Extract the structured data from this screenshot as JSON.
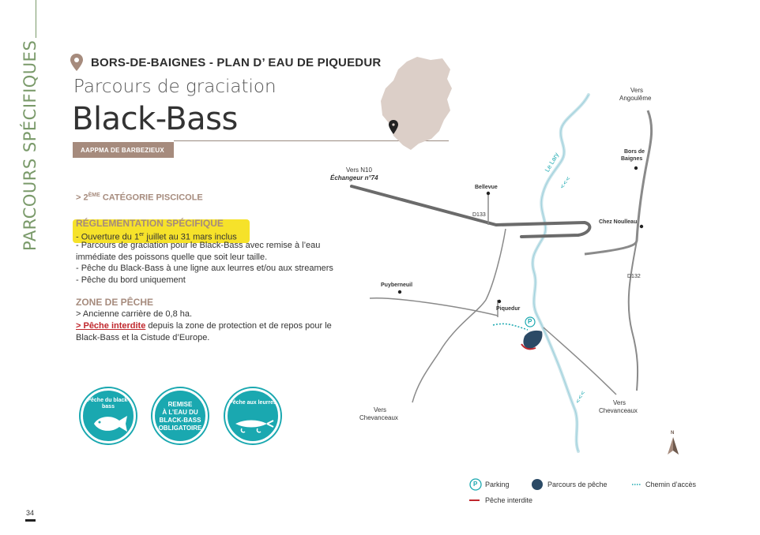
{
  "side_title": "PARCOURS SPÉCIFIQUES",
  "page_number": "34",
  "location": "BORS-DE-BAIGNES - PLAN D’ EAU DE PIQUEDUR",
  "subtitle": "Parcours de graciation",
  "title": "Black-Bass",
  "badge": "AAPPMA DE BARBEZIEUX",
  "category": {
    "prefix": "> 2",
    "sup": "ÈME",
    "rest": " CATÉGORIE PISCICOLE"
  },
  "regulation": {
    "title": "RÉGLEMENTATION SPÉCIFIQUE",
    "line1_a": "- Ouverture du 1",
    "line1_sup": "er",
    "line1_b": " juillet au 31 mars inclus",
    "line2": "- Parcours de graciation pour le Black-Bass avec remise à l’eau immédiate des poissons quelle que soit leur taille.",
    "line3": "- Pêche du Black-Bass à une ligne aux leurres et/ou aux streamers",
    "line4": "- Pêche du bord uniquement"
  },
  "zone": {
    "title": "ZONE DE PÊCHE",
    "line1": "> Ancienne carrière de 0,8 ha.",
    "forbid": "> Pêche interdite",
    "rest": " depuis la zone de protection et de repos pour le Black-Bass et la Cistude d’Europe."
  },
  "badges": {
    "b1": "Pêche du black-bass",
    "b2_l1": "REMISE",
    "b2_l2": "À L’EAU DU",
    "b2_l3": "BLACK-BASS",
    "b2_l4": "OBLIGATOIRE",
    "b3": "Pêche aux leurres"
  },
  "map": {
    "vers_n10": "Vers N10",
    "echangeur": "Échangeur n°74",
    "bellevue": "Bellevue",
    "d133": "D133",
    "le_lary": "Le Lary",
    "vers_angouleme_1": "Vers",
    "vers_angouleme_2": "Angoulême",
    "bors_1": "Bors de",
    "bors_2": "Baignes",
    "chez_noulleau": "Chez Noulleau",
    "d132": "D132",
    "puyberneuil": "Puyberneuil",
    "piquedur": "Piquedur",
    "vers_chev_left_1": "Vers",
    "vers_chev_left_2": "Chevanceaux",
    "vers_chev_right_1": "Vers",
    "vers_chev_right_2": "Chevanceaux",
    "north": "N",
    "parking_letter": "P"
  },
  "legend": {
    "parking": "Parking",
    "parcours": "Parcours de pêche",
    "chemin": "Chemin d’accès",
    "interdite": "Pêche interdite"
  },
  "colors": {
    "accent_green": "#7a9a6a",
    "accent_brown": "#a68b7d",
    "teal": "#1aa8b0",
    "red": "#c0272d",
    "lake": "#2b4a66",
    "highlight": "#f6e22a"
  }
}
